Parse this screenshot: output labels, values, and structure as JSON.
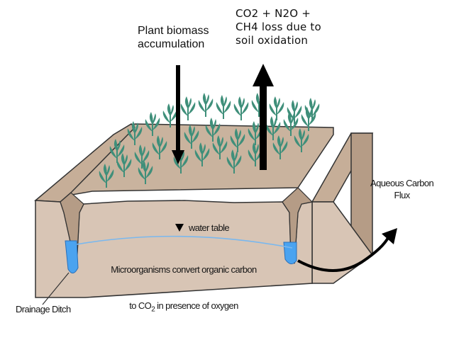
{
  "labels": {
    "plant_biomass": "Plant biomass\naccumulation",
    "gas_loss": "CO2 + N2O +\nCH4 loss due to\nsoil oxidation",
    "aqueous_flux": "Aqueous Carbon\nFlux",
    "water_table": "water table",
    "microorganisms_line1": "Microorganisms convert organic carbon",
    "microorganisms_line2_prefix": "to CO",
    "microorganisms_line2_sub": "2",
    "microorganisms_line2_suffix": " in presence of oxygen",
    "drainage_ditch": "Drainage Ditch"
  },
  "colors": {
    "soil_face": "#d8c5b5",
    "soil_top": "#c9b39e",
    "soil_dark": "#b59c86",
    "outline": "#333333",
    "water": "#4aa3f0",
    "water_table_line": "#7ab8ee",
    "plant": "#3f8f7a",
    "arrow": "#000000"
  }
}
